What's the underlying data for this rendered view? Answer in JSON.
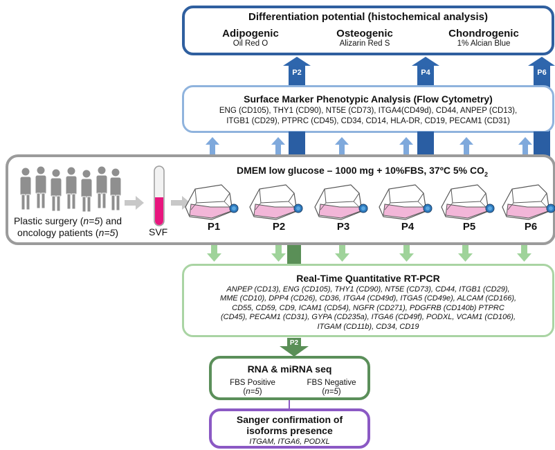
{
  "differentiation": {
    "title": "Differentiation potential (histochemical analysis)",
    "columns": [
      {
        "name": "Adipogenic",
        "stain": "Oil Red O"
      },
      {
        "name": "Osteogenic",
        "stain": "Alizarin Red S"
      },
      {
        "name": "Chondrogenic",
        "stain": "1% Alcian Blue"
      }
    ]
  },
  "arrows_top": [
    "P2",
    "P4",
    "P6"
  ],
  "surface": {
    "title": "Surface Marker Phenotypic Analysis (Flow Cytometry)",
    "line1": "ENG (CD105), THY1 (CD90), NT5E (CD73), ITGA4(CD49d), CD44, ANPEP (CD13),",
    "line2": "ITGB1 (CD29), PTPRC (CD45), CD34, CD14, HLA-DR, CD19, PECAM1 (CD31)"
  },
  "culture": {
    "medium": "DMEM low glucose – 1000 mg + 10%FBS, 37ºC 5% CO",
    "medium_sub": "2",
    "patients_line1_a": "Plastic surgery (",
    "patients_line1_n": "n=5",
    "patients_line1_b": ") and",
    "patients_line2_a": "oncology patients (",
    "patients_line2_n": "n=5",
    "patients_line2_b": ")",
    "svf": "SVF",
    "passages": [
      "P1",
      "P2",
      "P3",
      "P4",
      "P5",
      "P6"
    ]
  },
  "rtpcr": {
    "title": "Real-Time Quantitative RT-PCR",
    "lines": [
      "ANPEP (CD13), ENG (CD105), THY1 (CD90), NT5E (CD73), CD44, ITGB1 (CD29),",
      "MME (CD10), DPP4 (CD26), CD36, ITGA4 (CD49d), ITGA5 (CD49e), ALCAM (CD166),",
      "CD55, CD59, CD9, ICAM1 (CD54), NGFR (CD271), PDGFRB (CD140b) PTPRC",
      "(CD45), PECAM1 (CD31), GYPA (CD235a), ITGA6 (CD49f), PODXL, VCAM1 (CD106),",
      "ITGAM (CD11b), CD34, CD19"
    ]
  },
  "arrow_rna": "P2",
  "rnaseq": {
    "title": "RNA & miRNA seq",
    "pos": "FBS Positive",
    "neg": "FBS Negative",
    "n": "n=5"
  },
  "sanger": {
    "title1": "Sanger confirmation of",
    "title2": "isoforms presence",
    "genes": "ITGAM, ITGA6, PODXL"
  },
  "colors": {
    "dark_blue": "#2f5f9f",
    "light_blue": "#8fb3dd",
    "grey": "#9b9b9b",
    "light_green": "#a9d4a3",
    "dark_green": "#5b8f5a",
    "purple": "#8b59c4",
    "flask_pink": "#f2b6d8",
    "svf_pink": "#e8167e"
  }
}
